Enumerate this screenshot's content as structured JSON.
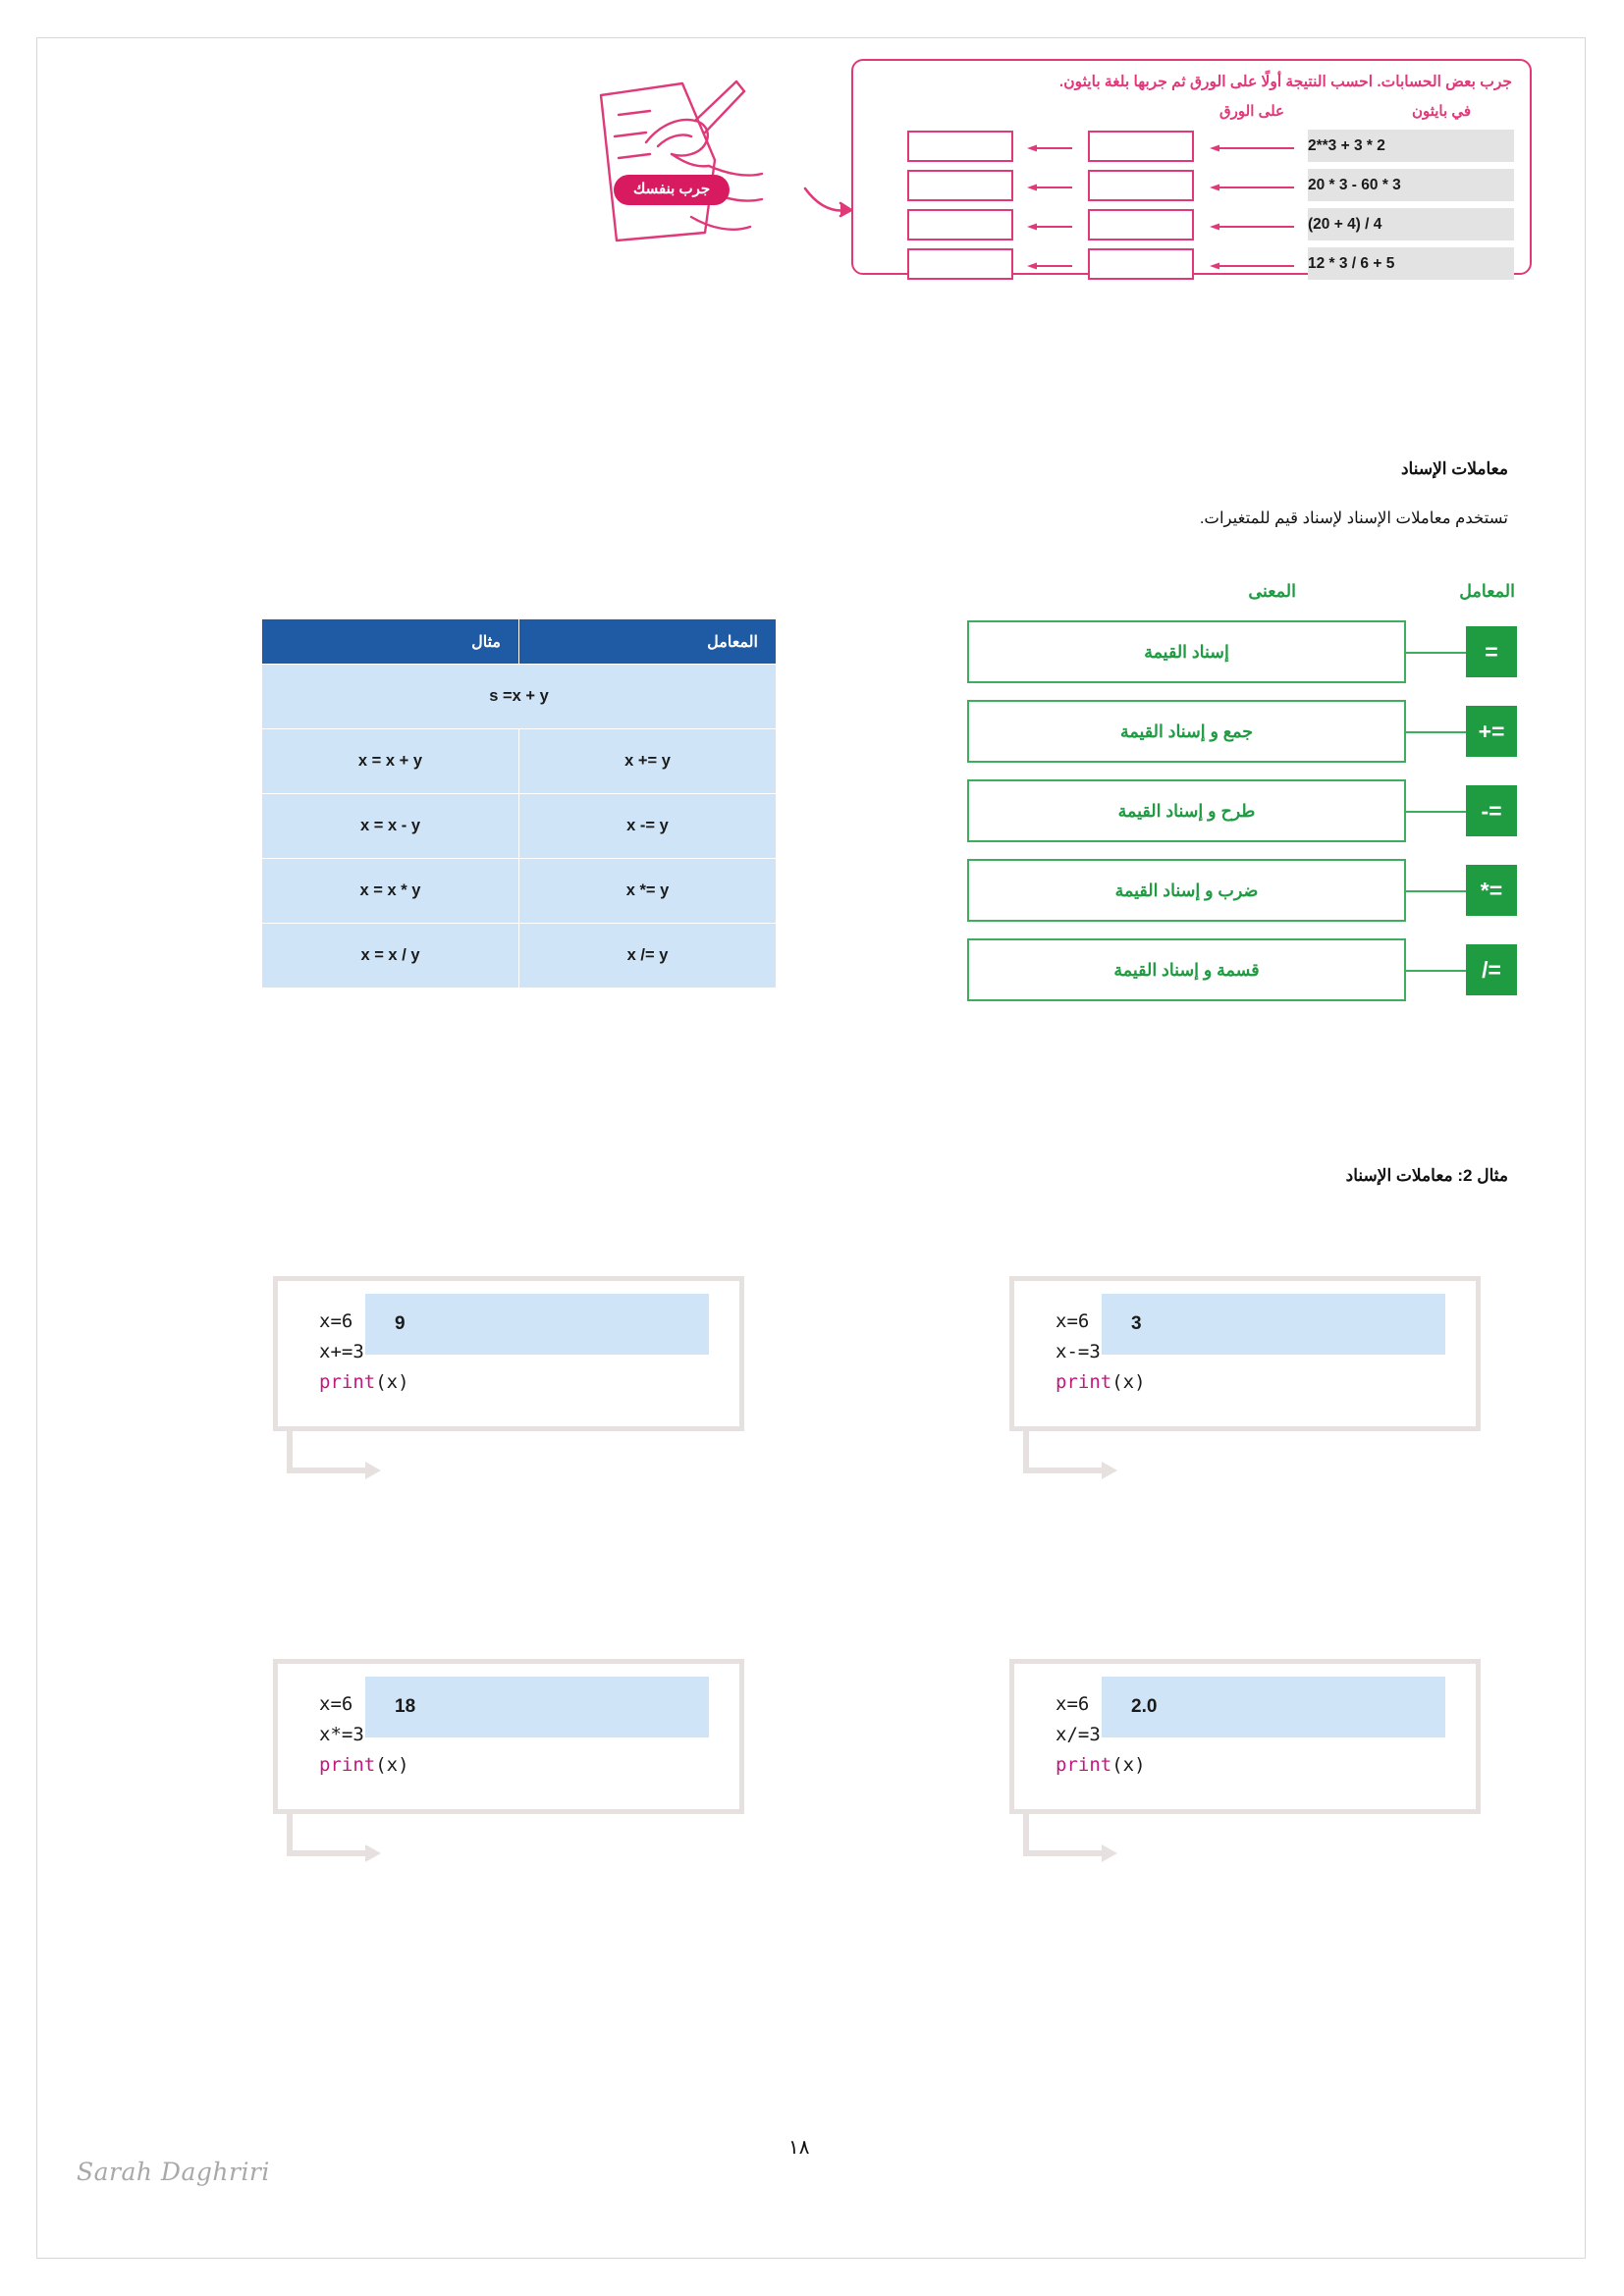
{
  "tryit": {
    "badge_label": "جرب بنفسك",
    "doodle_icon": "hand-writing-doodle-icon",
    "box": {
      "instruction": "جرب بعض الحسابات. احسب النتيجة أولًا على الورق ثم جربها بلغة بايثون.",
      "column_paper": "على الورق",
      "column_python": "في بايثون",
      "expressions": [
        "2**3 + 3 * 2",
        "20 * 3 - 60 * 3",
        "(20 + 4) / 4",
        "12 * 3 / 6 + 5"
      ]
    }
  },
  "assignment_section": {
    "heading": "معاملات الإسناد",
    "description": "تستخدم معاملات الإسناد لإسناد قيم للمتغيرات."
  },
  "operator_table": {
    "headers": {
      "operator": "المعامل",
      "example": "مثال"
    },
    "first_row_span": "s =x + y",
    "rows": [
      {
        "operator": "x += y",
        "example": "x = x + y"
      },
      {
        "operator": "x -= y",
        "example": "x = x - y"
      },
      {
        "operator": "x *= y",
        "example": "x = x * y"
      },
      {
        "operator": "x /= y",
        "example": "x = x / y"
      }
    ]
  },
  "green_diagram": {
    "header_operator": "المعامل",
    "header_meaning": "المعنى",
    "rows": [
      {
        "symbol": "=",
        "meaning": "إسناد القيمة"
      },
      {
        "symbol": "+=",
        "meaning": "جمع و إسناد القيمة"
      },
      {
        "symbol": "-=",
        "meaning": "طرح و إسناد القيمة"
      },
      {
        "symbol": "*=",
        "meaning": "ضرب و إسناد القيمة"
      },
      {
        "symbol": "/=",
        "meaning": "قسمة و إسناد القيمة"
      }
    ]
  },
  "example_section": {
    "heading": "مثال 2: معاملات الإسناد"
  },
  "examples": [
    {
      "line1": "x=6",
      "line2": "x+=3",
      "line3_kw": "print",
      "line3_rest": "(x)",
      "output": "9"
    },
    {
      "line1": "x=6",
      "line2": "x-=3",
      "line3_kw": "print",
      "line3_rest": "(x)",
      "output": "3"
    },
    {
      "line1": "x=6",
      "line2": "x*=3",
      "line3_kw": "print",
      "line3_rest": "(x)",
      "output": "18"
    },
    {
      "line1": "x=6",
      "line2": "x/=3",
      "line3_kw": "print",
      "line3_rest": "(x)",
      "output": "2.0"
    }
  ],
  "footer": {
    "signature": "Sarah Daghriri",
    "page_number": "١٨"
  },
  "colors": {
    "pink": "#e0397a",
    "badge_pink": "#d81b60",
    "green": "#1f9b42",
    "green_border": "#3fae5c",
    "table_header_blue": "#1f5ba4",
    "table_cell_blue": "#cfe5f7",
    "code_border": "#e6e1de",
    "keyword_magenta": "#c2187f"
  }
}
